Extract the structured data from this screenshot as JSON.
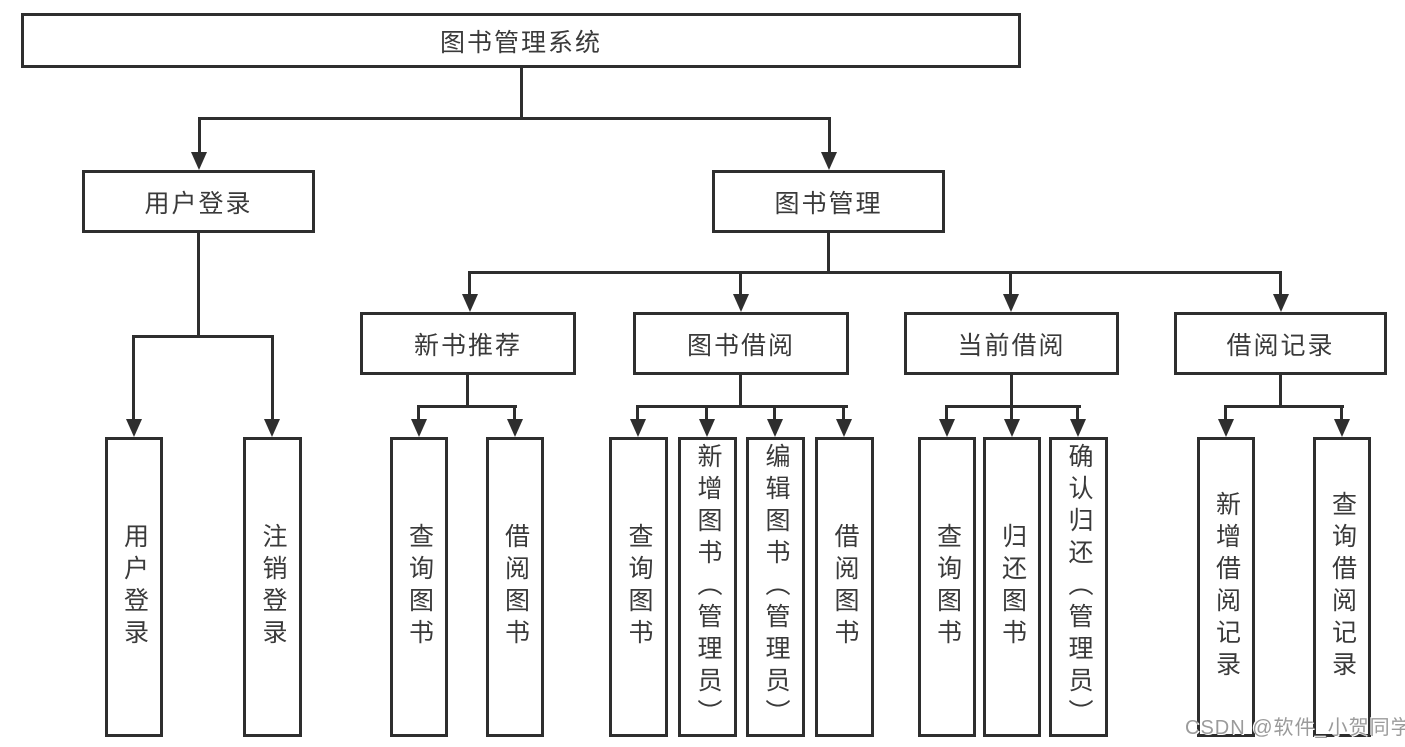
{
  "diagram": {
    "root": {
      "label": "图书管理系统"
    },
    "branches": [
      {
        "label": "用户登录",
        "children": [
          {
            "label": "用户登录"
          },
          {
            "label": "注销登录"
          }
        ]
      },
      {
        "label": "图书管理",
        "sections": [
          {
            "label": "新书推荐",
            "children": [
              {
                "label": "查询图书"
              },
              {
                "label": "借阅图书"
              }
            ]
          },
          {
            "label": "图书借阅",
            "children": [
              {
                "label": "查询图书"
              },
              {
                "label": "新增图书（管理员）"
              },
              {
                "label": "编辑图书（管理员）"
              },
              {
                "label": "借阅图书"
              }
            ]
          },
          {
            "label": "当前借阅",
            "children": [
              {
                "label": "查询图书"
              },
              {
                "label": "归还图书"
              },
              {
                "label": "确认归还（管理员）"
              }
            ]
          },
          {
            "label": "借阅记录",
            "children": [
              {
                "label": "新增借阅记录"
              },
              {
                "label": "查询借阅记录"
              }
            ]
          }
        ]
      }
    ],
    "watermark": "CSDN @软件_小贺同学",
    "colors": {
      "line": "#2e2e2e",
      "box_border": "#2e2e2e",
      "text": "#3a3a3a",
      "watermark": "#9b9b9b",
      "background": "#ffffff"
    }
  }
}
